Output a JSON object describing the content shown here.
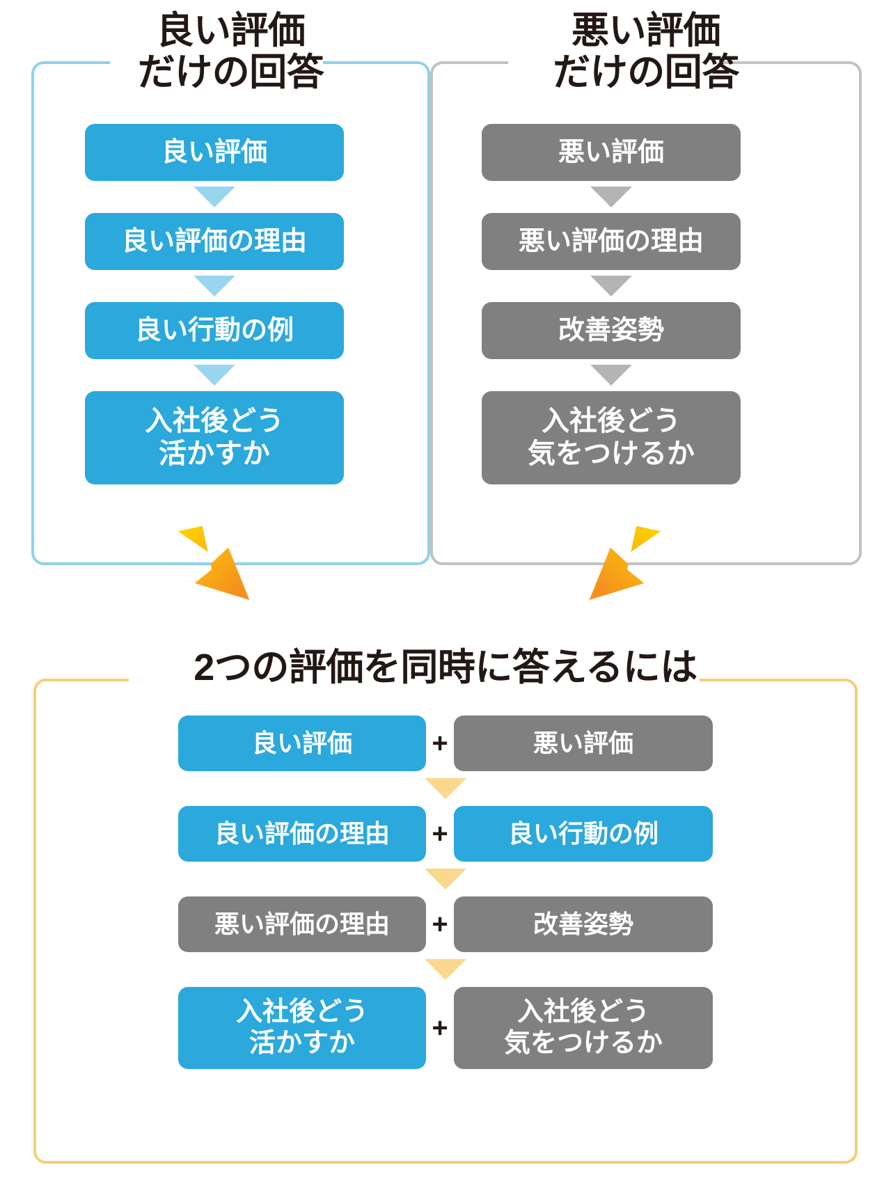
{
  "colors": {
    "blue": "#2BA8DC",
    "blue_light": "#9AD5EE",
    "blue_border": "#8FD2EC",
    "gray": "#808080",
    "gray_light": "#B4B4B4",
    "gray_border": "#C2C2C2",
    "yellow": "#FAD98E",
    "yellow_border": "#F5CE7A",
    "arrow_yellow_top": "#FFD400",
    "arrow_orange_bottom": "#F5911E",
    "text_dark": "#231815"
  },
  "panels": {
    "good": {
      "title": "良い評価\nだけの回答",
      "steps": [
        {
          "label": "良い評価",
          "tone": "blue",
          "lines": 1
        },
        {
          "label": "良い評価の理由",
          "tone": "blue",
          "lines": 1
        },
        {
          "label": "良い行動の例",
          "tone": "blue",
          "lines": 1
        },
        {
          "label": "入社後どう\n活かすか",
          "tone": "blue",
          "lines": 2
        }
      ]
    },
    "bad": {
      "title": "悪い評価\nだけの回答",
      "steps": [
        {
          "label": "悪い評価",
          "tone": "gray",
          "lines": 1
        },
        {
          "label": "悪い評価の理由",
          "tone": "gray",
          "lines": 1
        },
        {
          "label": "改善姿勢",
          "tone": "gray",
          "lines": 1
        },
        {
          "label": "入社後どう\n気をつけるか",
          "tone": "gray",
          "lines": 2
        }
      ]
    },
    "combined": {
      "title": "2つの評価を同時に答えるには",
      "plus_symbol": "+",
      "rows": [
        {
          "left": {
            "label": "良い評価",
            "tone": "blue",
            "lines": 1
          },
          "right": {
            "label": "悪い評価",
            "tone": "gray",
            "lines": 1
          }
        },
        {
          "left": {
            "label": "良い評価の理由",
            "tone": "blue",
            "lines": 1
          },
          "right": {
            "label": "良い行動の例",
            "tone": "blue",
            "lines": 1
          }
        },
        {
          "left": {
            "label": "悪い評価の理由",
            "tone": "gray",
            "lines": 1
          },
          "right": {
            "label": "改善姿勢",
            "tone": "gray",
            "lines": 1
          }
        },
        {
          "left": {
            "label": "入社後どう\n活かすか",
            "tone": "blue",
            "lines": 2
          },
          "right": {
            "label": "入社後どう\n気をつけるか",
            "tone": "gray",
            "lines": 2
          }
        }
      ]
    }
  },
  "arrows": {
    "left_big": "down-right-arrow",
    "right_big": "down-left-arrow"
  }
}
